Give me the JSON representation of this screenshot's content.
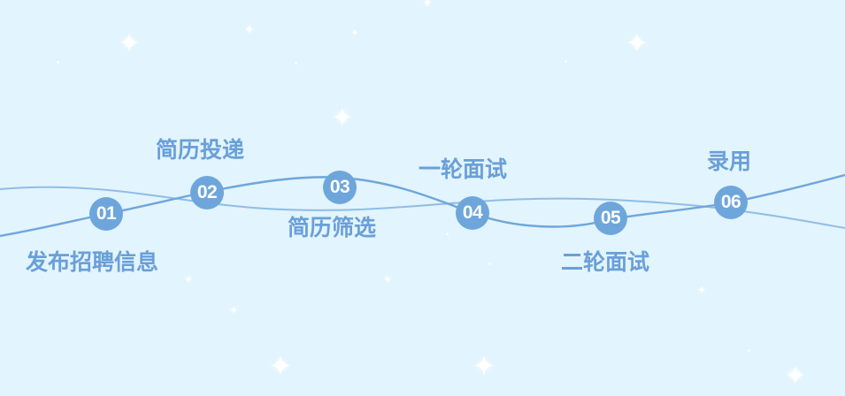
{
  "background_color": "#e2f4fd",
  "accent_color": "#6ea6dc",
  "label_color": "#6a9fd8",
  "steps": [
    {
      "number": "01",
      "label": "发布招聘信息"
    },
    {
      "number": "02",
      "label": "简历投递"
    },
    {
      "number": "03",
      "label": "简历筛选"
    },
    {
      "number": "04",
      "label": "一轮面试"
    },
    {
      "number": "05",
      "label": "二轮面试"
    },
    {
      "number": "06",
      "label": "录用"
    }
  ],
  "decorations": {
    "sparkle_icon": "four-point-star"
  }
}
